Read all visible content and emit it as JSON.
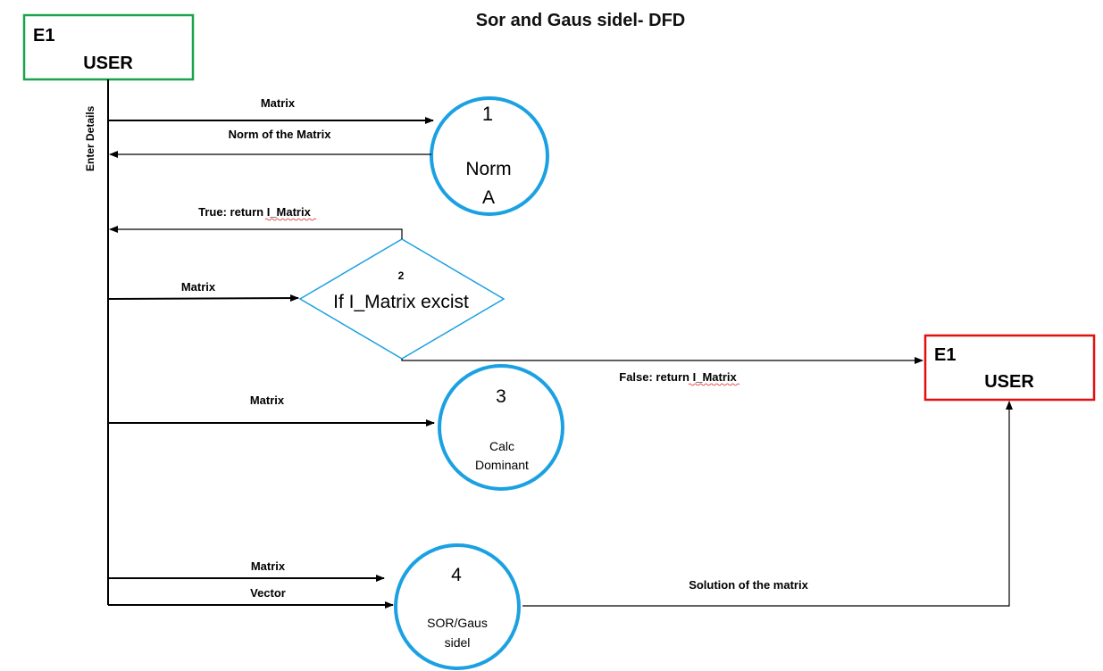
{
  "title": "Sor and Gaus sidel- DFD",
  "colors": {
    "entity_green": "#1aa34a",
    "entity_red": "#e01010",
    "process_blue": "#1ba1e2",
    "line": "#000000"
  },
  "entities": {
    "source": {
      "id": "E1",
      "name": "USER"
    },
    "sink": {
      "id": "E1",
      "name": "USER"
    }
  },
  "lifeline_label": "Enter Details",
  "processes": [
    {
      "number": "1",
      "line1": "Norm",
      "line2": "A"
    },
    {
      "number": "2",
      "text": "If I_Matrix excist"
    },
    {
      "number": "3",
      "line1": "Calc",
      "line2": "Dominant"
    },
    {
      "number": "4",
      "line1": "SOR/Gaus",
      "line2": "sidel"
    }
  ],
  "flows": {
    "matrix_to_norm": "Matrix",
    "norm_result": "Norm of the Matrix",
    "true_return": "True: return I_Matrix",
    "matrix_to_decision": "Matrix",
    "false_return": "False: return I_Matrix",
    "matrix_to_calc": "Matrix",
    "matrix_to_sor": "Matrix",
    "vector_to_sor": "Vector",
    "solution": "Solution of the matrix"
  }
}
